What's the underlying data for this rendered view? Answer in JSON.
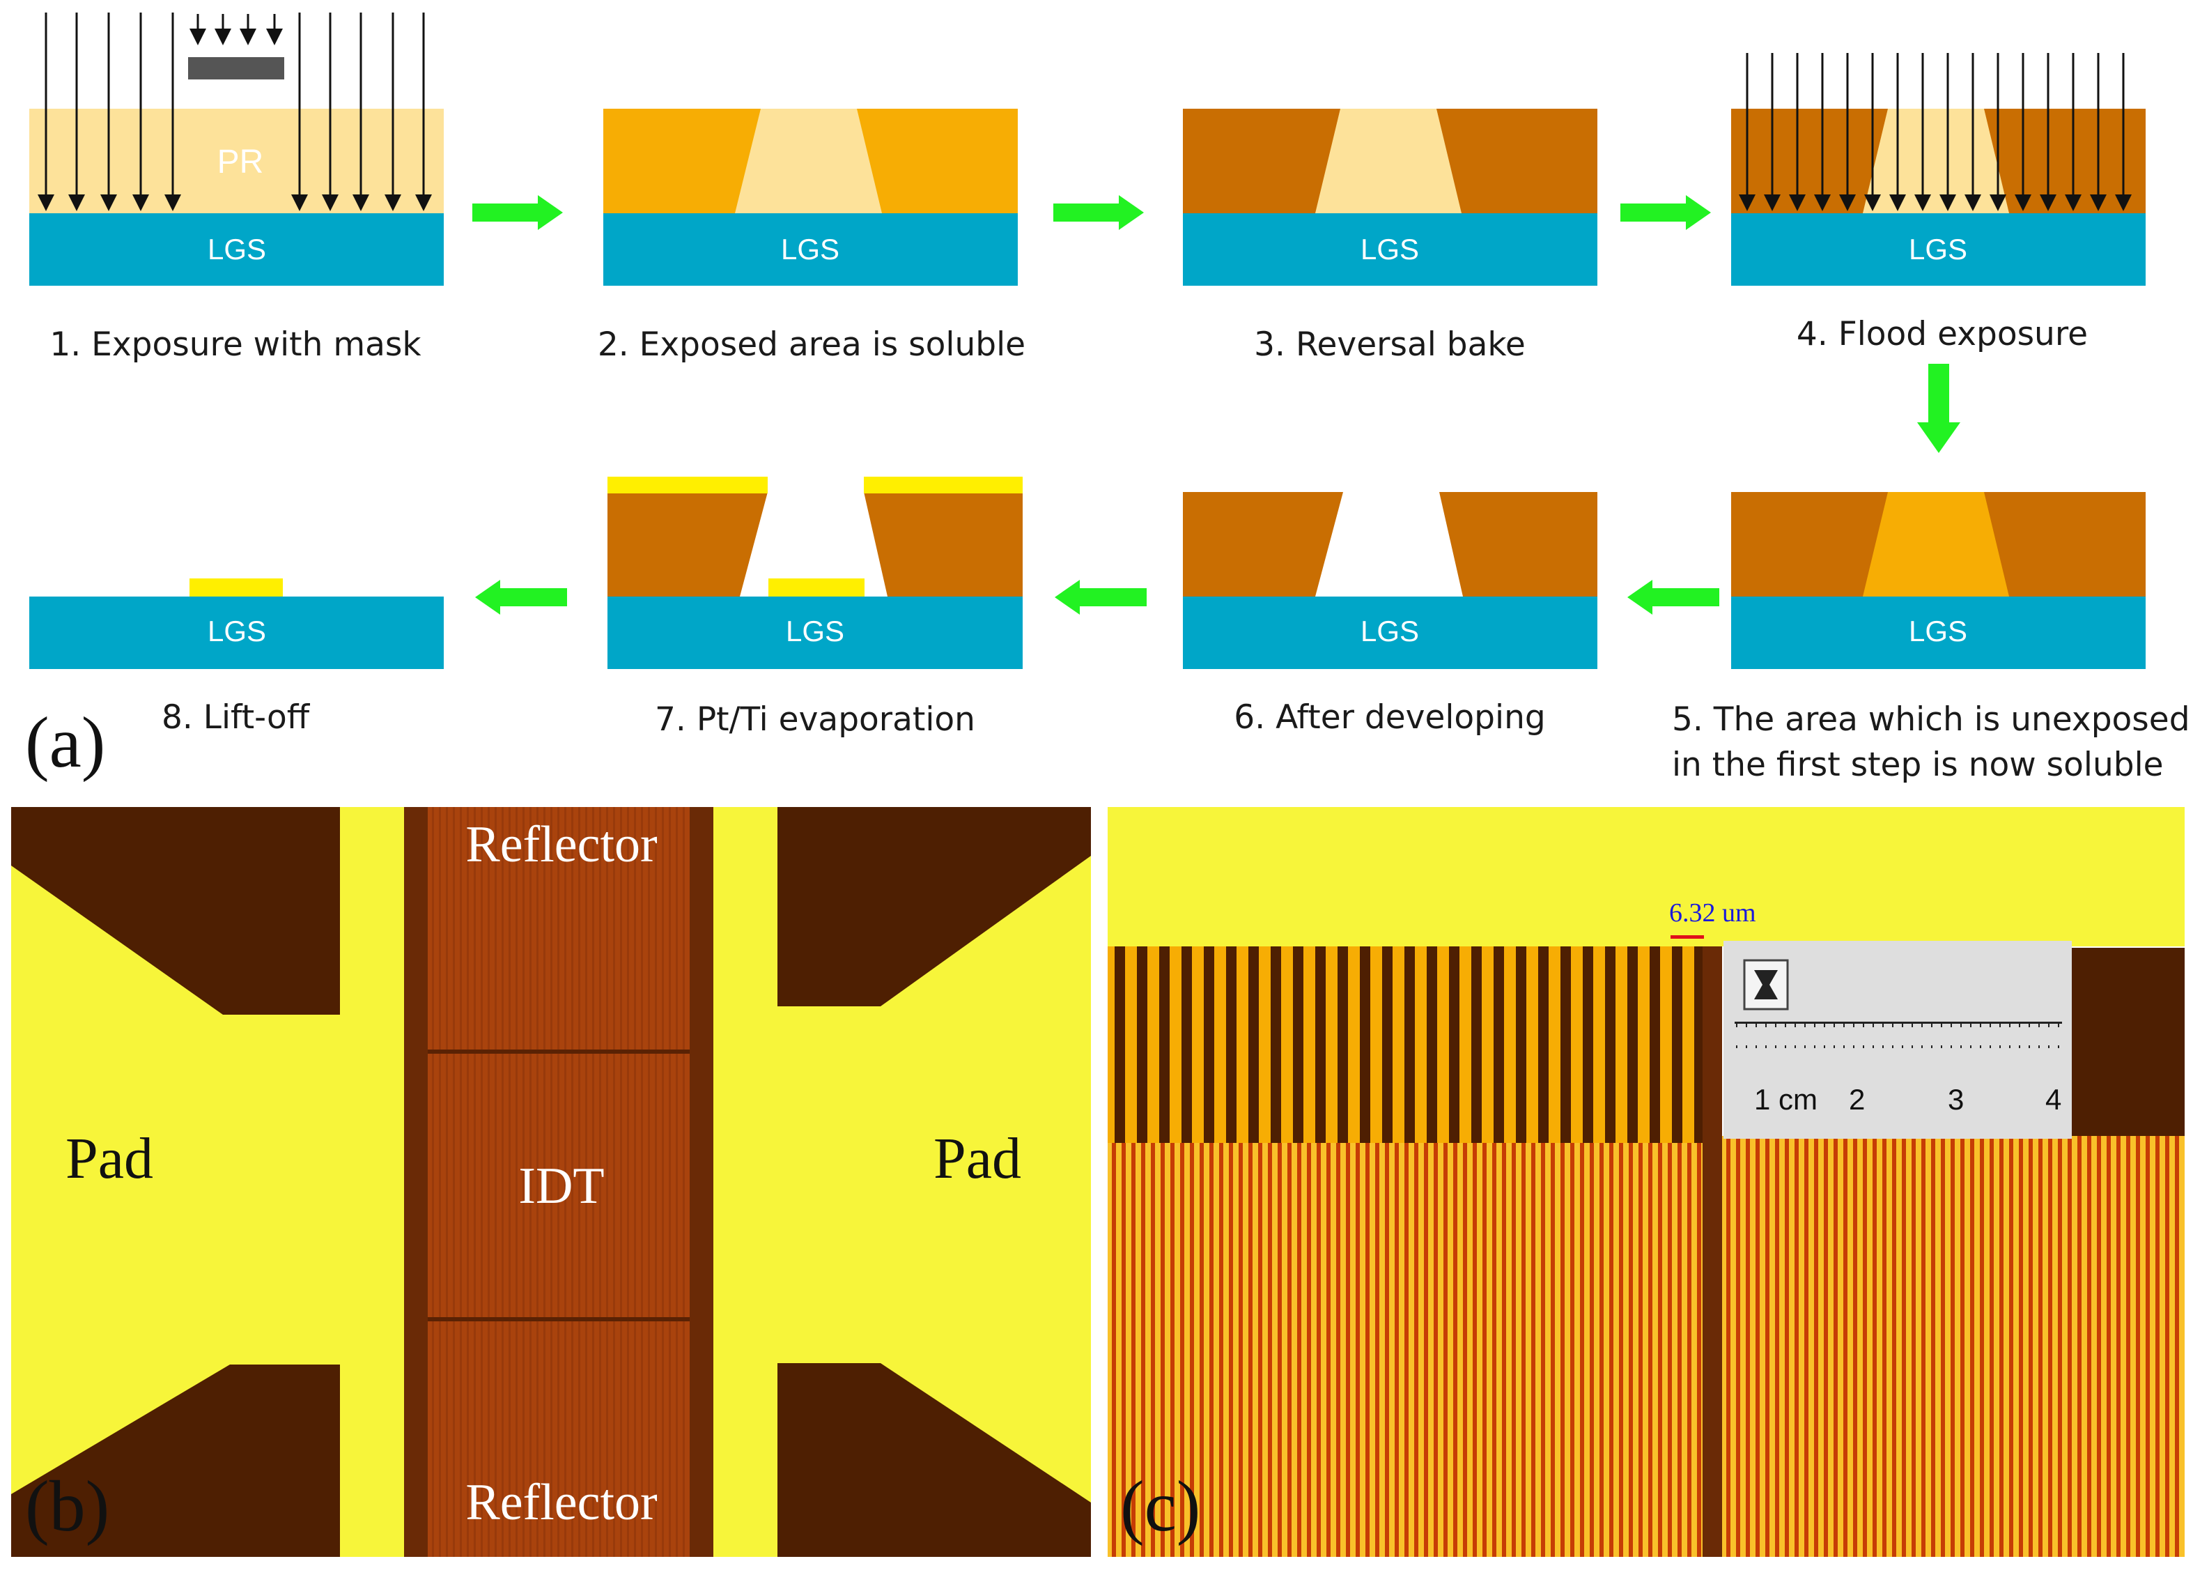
{
  "colors": {
    "substrate": "#00a6c8",
    "pr_light": "#fde29a",
    "pr_exposed": "#f7ad04",
    "pr_baked": "#c96e02",
    "metal": "#ffef00",
    "arrow": "#22f222",
    "micro_yellow": "#f7f53a",
    "micro_dark": "#4e1f02",
    "micro_channel": "#a9430d"
  },
  "substrate_label": "LGS",
  "pr_label": "PR",
  "steps": [
    {
      "caption": "1. Exposure with mask"
    },
    {
      "caption": "2. Exposed area is soluble"
    },
    {
      "caption": "3. Reversal bake"
    },
    {
      "caption": "4. Flood exposure"
    },
    {
      "caption": "5. The area which is unexposed",
      "caption2": "in the first step is now soluble"
    },
    {
      "caption": "6. After developing"
    },
    {
      "caption": "7. Pt/Ti evaporation"
    },
    {
      "caption": "8. Lift-off"
    }
  ],
  "panels": {
    "a": "(a)",
    "b": "(b)",
    "c": "(c)"
  },
  "micrograph_b": {
    "pad_left": "Pad",
    "pad_right": "Pad",
    "reflector_top": "Reflector",
    "idt": "IDT",
    "reflector_bottom": "Reflector"
  },
  "micrograph_c": {
    "scale_label": "6.32 um",
    "ruler_labels": [
      "1 cm",
      "2",
      "3",
      "4"
    ]
  }
}
